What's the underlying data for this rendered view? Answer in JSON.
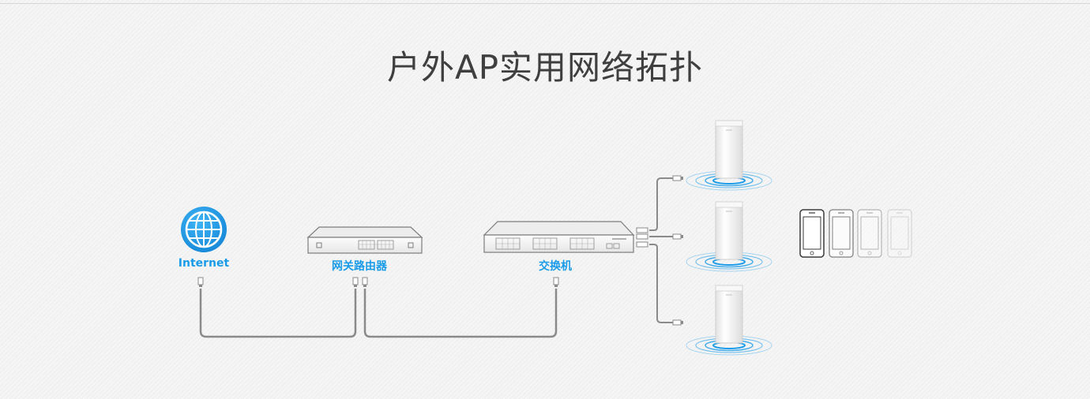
{
  "title": "户外AP实用网络拓扑",
  "nodes": {
    "internet": "Internet",
    "router": "网关路由器",
    "switch": "交换机"
  },
  "colors": {
    "accent": "#1a9be8",
    "cable": "#8a8a8a",
    "title": "#3f3f3f"
  },
  "icons": [
    "globe-icon",
    "router-icon",
    "switch-icon",
    "outdoor-ap-icon",
    "smartphone-icon",
    "ethernet-plug-icon"
  ]
}
